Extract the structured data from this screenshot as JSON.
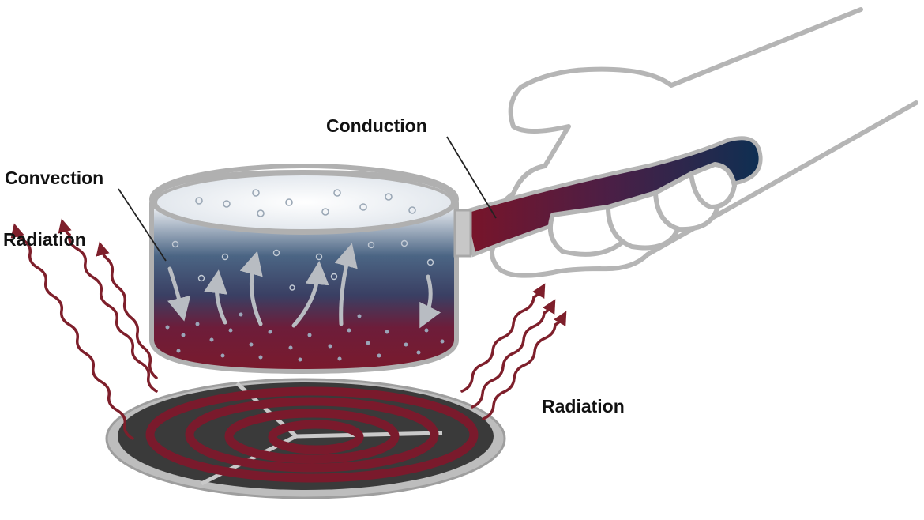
{
  "labels": {
    "conduction": "Conduction",
    "convection": "Convection",
    "radiation_left": "Radiation",
    "radiation_right": "Radiation"
  },
  "colors": {
    "heat_red": "#7a1a2c",
    "wave_red": "#7e1f2b",
    "cool_blue": "#1f3a5f",
    "handle_blue": "#0e2f52",
    "outline_gray": "#a9a9a9",
    "burner_dark": "#3a3a3a",
    "plate_rim": "#b5b5b5"
  },
  "icons": {
    "pan": "saucepan-icon",
    "hand": "gloved-hand-icon",
    "burner": "coil-burner-icon"
  }
}
